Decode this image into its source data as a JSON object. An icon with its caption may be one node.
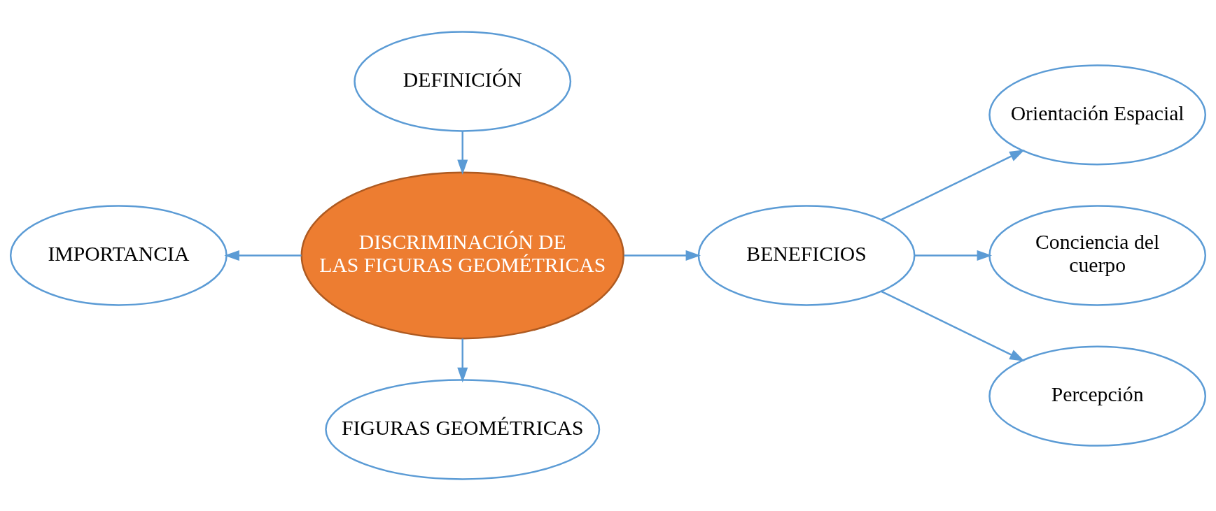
{
  "diagram": {
    "nodes": [
      {
        "text": [
          "DEFINICIÓN"
        ]
      },
      {
        "text": [
          "IMPORTANCIA"
        ]
      },
      {
        "text": [
          "DISCRIMINACIÓN DE LAS FIGURAS GEOMÉTRICAS"
        ]
      },
      {
        "text": [
          "BENEFICIOS"
        ]
      },
      {
        "text": [
          "FIGURAS GEOMÉTRICAS"
        ]
      },
      {
        "text": [
          "Orientación Espacial"
        ]
      },
      {
        "text": [
          "Conciencia del cuerpo"
        ]
      },
      {
        "text": [
          "Percepción"
        ]
      }
    ],
    "edges": [
      {
        "from": 0,
        "to": 2,
        "arrow": "to"
      },
      {
        "from": 2,
        "to": 1,
        "arrow": "to"
      },
      {
        "from": 2,
        "to": 3,
        "arrow": "to"
      },
      {
        "from": 2,
        "to": 4,
        "arrow": "to"
      },
      {
        "from": 3,
        "to": 5,
        "arrow": "to"
      },
      {
        "from": 3,
        "to": 6,
        "arrow": "to"
      },
      {
        "from": 3,
        "to": 7,
        "arrow": "to"
      }
    ]
  }
}
